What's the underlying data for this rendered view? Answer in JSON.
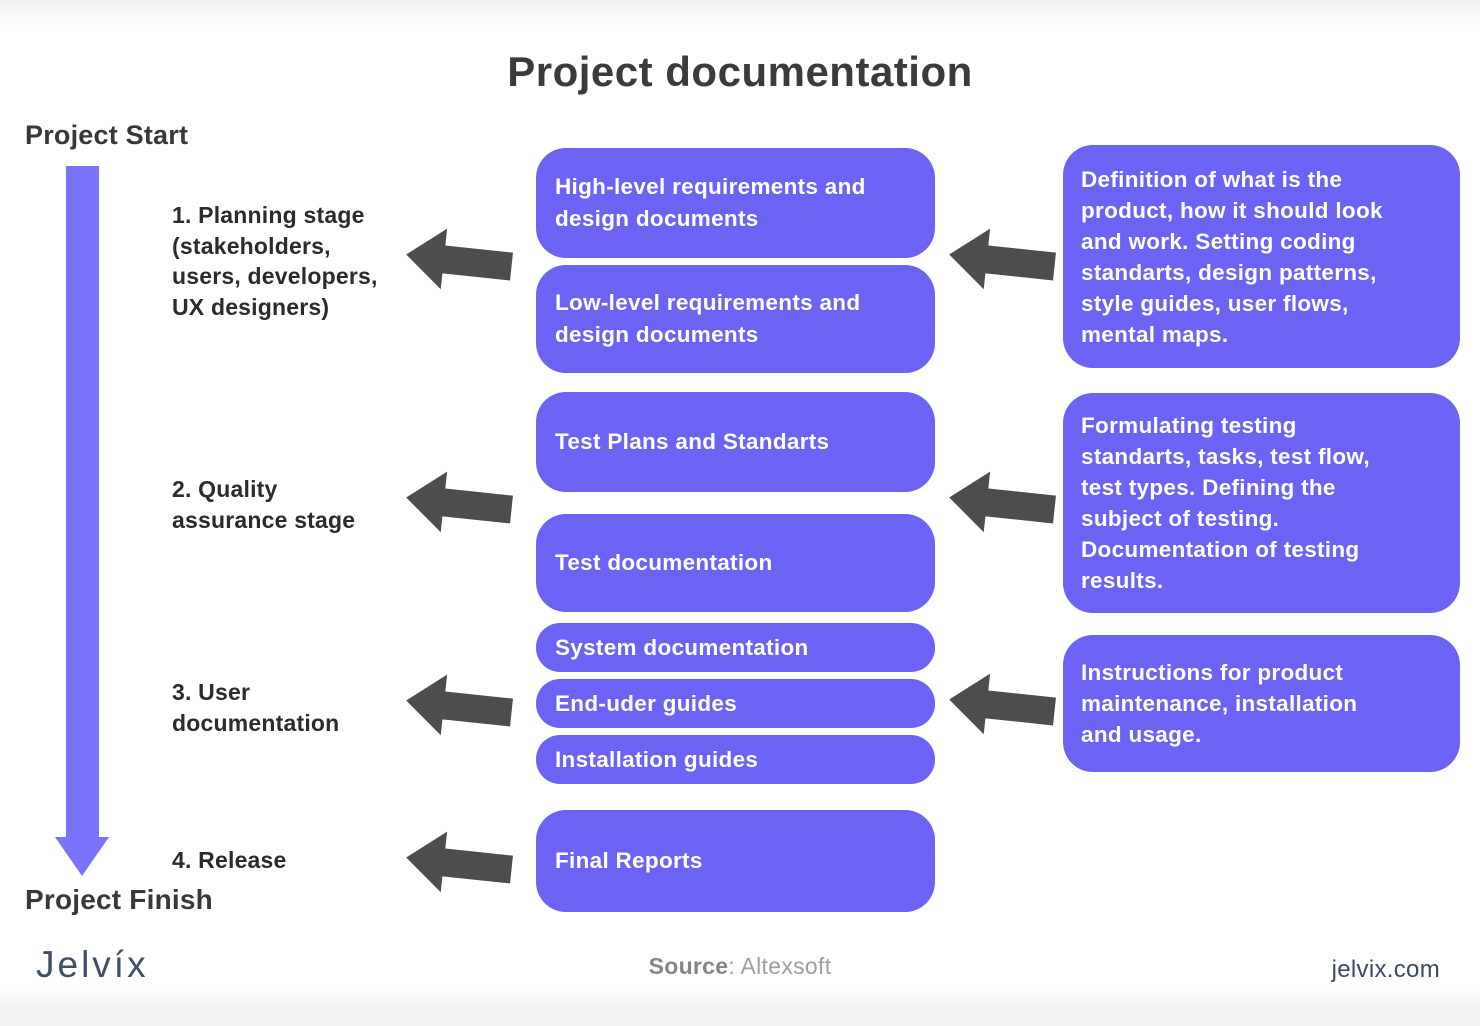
{
  "title": "Project documentation",
  "timeline": {
    "start": "Project Start",
    "finish": "Project Finish"
  },
  "stages": [
    {
      "label": "1. Planning stage\n(stakeholders,\nusers, developers,\nUX designers)"
    },
    {
      "label": "2. Quality\nassurance stage"
    },
    {
      "label": "3. User\ndocumentation"
    },
    {
      "label": "4. Release"
    }
  ],
  "documents": [
    {
      "text": "High-level requirements and\ndesign documents"
    },
    {
      "text": "Low-level requirements and\ndesign documents"
    },
    {
      "text": "Test Plans and Standarts"
    },
    {
      "text": "Test documentation"
    },
    {
      "text": "System documentation"
    },
    {
      "text": "End-uder guides"
    },
    {
      "text": "Installation guides"
    },
    {
      "text": "Final Reports"
    }
  ],
  "descriptions": [
    {
      "text": "Definition of what is the\nproduct, how it should look\nand work. Setting coding\nstandarts, design patterns,\nstyle guides, user flows,\nmental maps."
    },
    {
      "text": "Formulating testing\nstandarts, tasks, test flow,\ntest types. Defining the\nsubject of testing.\nDocumentation of testing\nresults."
    },
    {
      "text": "Instructions for product\nmaintenance, installation\nand usage."
    }
  ],
  "footer": {
    "logo": "Jelvíx",
    "source_label": "Source",
    "source_value": ": Altexsoft",
    "website": "jelvix.com"
  },
  "colors": {
    "box_purple": "#6C63F5",
    "timeline_purple": "#7A74FA",
    "arrow_dark": "#4D4D4D",
    "title_text": "#3B3B3D",
    "brand_navy": "#3E4F66"
  }
}
